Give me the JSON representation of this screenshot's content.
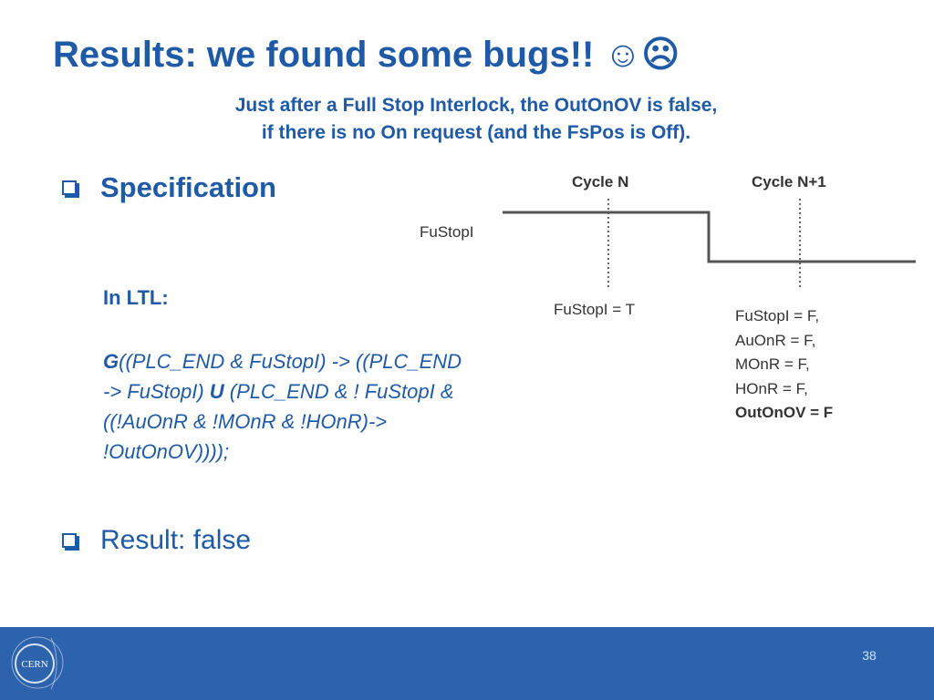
{
  "slide": {
    "title": "Results: we found some bugs!!",
    "title_emoticons": "☺☹",
    "subtitle_lines": [
      "Just after a Full Stop Interlock, the OutOnOV is false,",
      "if there is no On request (and the FsPos is Off)."
    ],
    "bullet_spec": "Specification",
    "ltl_heading": "In LTL:",
    "ltl_formula": {
      "line1_op": "G",
      "line1_rest": "((PLC_END & FuStopI) -> ((PLC_END",
      "line2_pre": "-> FuStopI) ",
      "line2_op": "U",
      "line2_rest": " (PLC_END & ! FuStopI &",
      "line3": "((!AuOnR & !MOnR & !HOnR)->",
      "line4": "!OutOnOV))));"
    },
    "bullet_result": "Result: false",
    "page_number": "38"
  },
  "diagram": {
    "signal_label": "FuStopI",
    "cycle_n": "Cycle N",
    "cycle_n1": "Cycle N+1",
    "cycle_n_value": "FuStopI = T",
    "cycle_n1_values": [
      "FuStopI = F,",
      "AuOnR = F,",
      "MOnR = F,",
      "HOnR = F,"
    ],
    "cycle_n1_result": "OutOnOV = F"
  },
  "footer": {
    "logo_text": "CERN"
  },
  "colors": {
    "primary": "#1f5aa6",
    "footer": "#2d63ad",
    "signal": "#555555"
  }
}
